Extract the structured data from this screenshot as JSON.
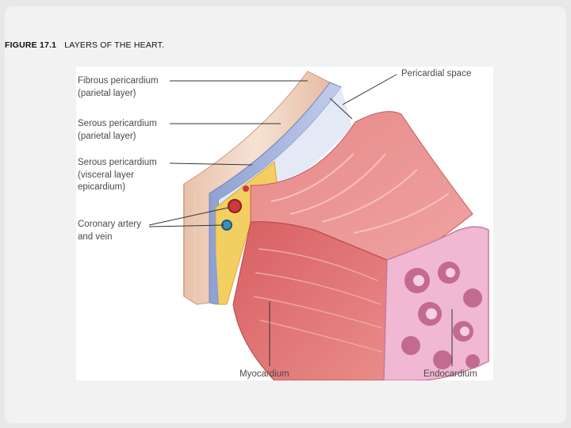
{
  "slide": {
    "figure_number": "FIGURE 17.1",
    "figure_title": "LAYERS OF THE HEART."
  },
  "labels": {
    "fibrous_pericardium": [
      "Fibrous pericardium",
      "(parietal layer)"
    ],
    "serous_pericardium_parietal": [
      "Serous pericardium",
      "(parietal layer)"
    ],
    "serous_pericardium_visceral": [
      "Serous pericardium",
      "(visceral layer",
      "epicardium)"
    ],
    "coronary_vessels": [
      "Coronary artery",
      "and vein"
    ],
    "pericardial_space": "Pericardial space",
    "myocardium": "Myocardium",
    "endocardium": "Endocardium"
  },
  "colors": {
    "fibrous": "#f0d6c4",
    "serous_parietal": "#9fb0d8",
    "fat": "#f3cf62",
    "myocardium": "#d9676a",
    "endocardium": "#f0b8d2"
  }
}
